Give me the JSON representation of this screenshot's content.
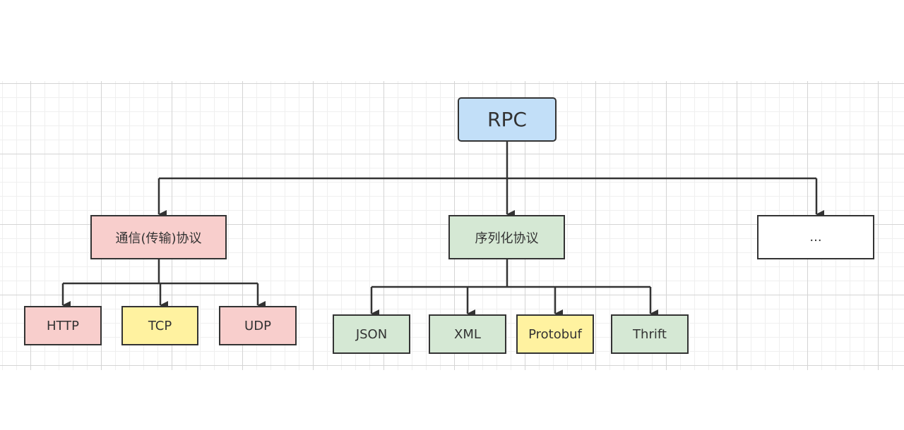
{
  "diagram": {
    "root": {
      "label": "RPC",
      "color": "#c2dff8"
    },
    "branches": [
      {
        "label": "通信(传输)协议",
        "color": "#f8cecc",
        "children": [
          {
            "label": "HTTP",
            "color": "#f8cecc"
          },
          {
            "label": "TCP",
            "color": "#fff2a0"
          },
          {
            "label": "UDP",
            "color": "#f8cecc"
          }
        ]
      },
      {
        "label": "序列化协议",
        "color": "#d5e8d4",
        "children": [
          {
            "label": "JSON",
            "color": "#d5e8d4"
          },
          {
            "label": "XML",
            "color": "#d5e8d4"
          },
          {
            "label": "Protobuf",
            "color": "#fff2a0"
          },
          {
            "label": "Thrift",
            "color": "#d5e8d4"
          }
        ]
      },
      {
        "label": "...",
        "color": "#ffffff",
        "children": []
      }
    ]
  }
}
